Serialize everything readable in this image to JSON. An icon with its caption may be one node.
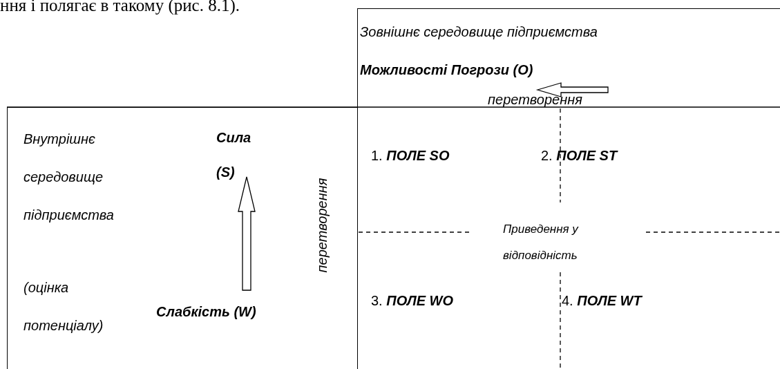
{
  "diagram": {
    "nodes": [
      {
        "text": [
          "Зовнішнє середовище підприємства",
          "Можливості Погрози (O)",
          "перетворення"
        ]
      },
      {
        "text": [
          "Внутрішнє середовище підприємства",
          "(оцінка потенціалу)",
          "Сила (S)",
          "Слабкість (W)",
          "перетворення"
        ]
      }
    ],
    "labels": [
      "ння і полягає в такому (рис. 8.1).",
      "1. **ПОЛЕ SO**",
      "2. **ПОЛЕ ST**",
      "Приведення у відповідність",
      "3. **ПОЛЕ WO**",
      "4. **ПОЛЕ WT**"
    ]
  }
}
